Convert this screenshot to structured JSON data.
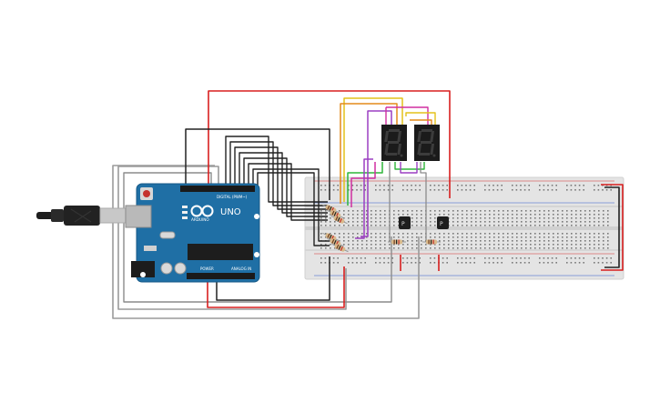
{
  "arduino": {
    "model_label": "UNO",
    "brand_label": "ARDUINO",
    "digital_label": "DIGITAL (PWM~)",
    "power_label": "POWER",
    "analog_label": "ANALOG IN",
    "board_color": "#1f6fa5"
  },
  "displays": {
    "count": 2,
    "segment_color_off": "#3a3a3a",
    "body_color": "#1b1b1b"
  },
  "transistors": {
    "left_label": "P",
    "right_label": "P"
  },
  "breadboard": {
    "color": "#e6e6e6",
    "rail_red": "#d42c2c",
    "rail_blue": "#2c58c9"
  },
  "wire_colors": {
    "red": "#d81f1f",
    "black": "#222222",
    "gray": "#8c8c8c",
    "yellow": "#e3c21a",
    "orange": "#e38a1a",
    "green": "#2fb53a",
    "purple": "#9b3fc2",
    "magenta": "#d02fa0"
  }
}
